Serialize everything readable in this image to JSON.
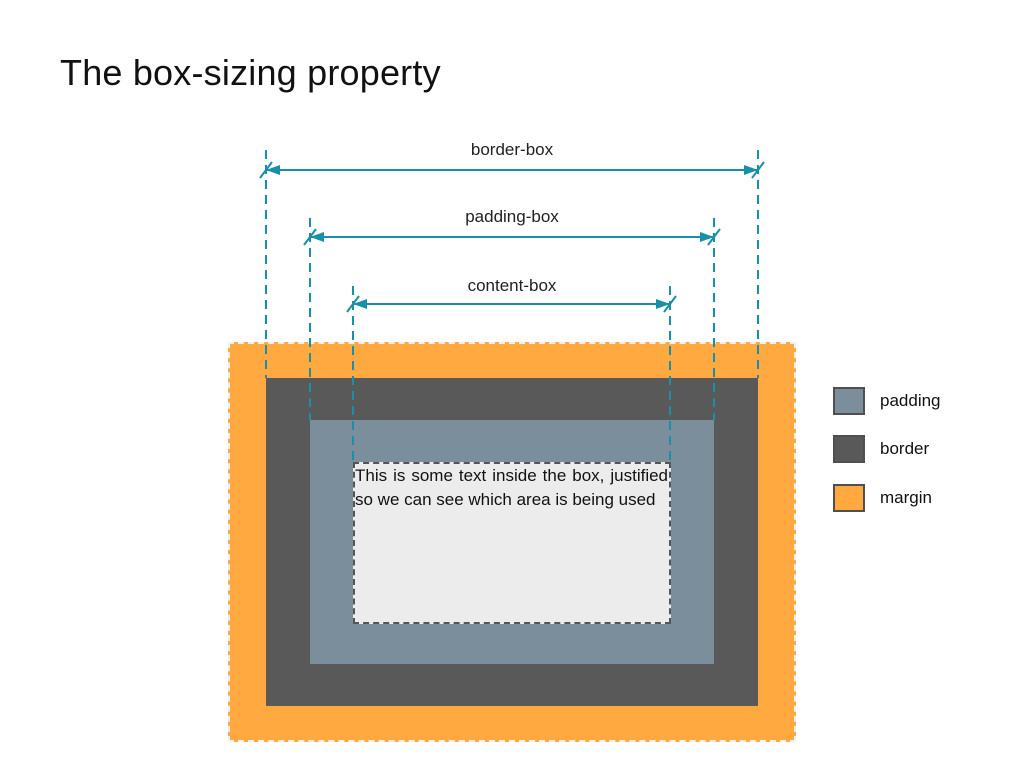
{
  "title": "The box-sizing property",
  "dimensions": {
    "border_box": "border-box",
    "padding_box": "padding-box",
    "content_box": "content-box"
  },
  "content_text": "This is some text inside the box, justified so we can see which area is being used",
  "legend": [
    {
      "label": "padding",
      "color": "#7a8f9b"
    },
    {
      "label": "border",
      "color": "#595959"
    },
    {
      "label": "margin",
      "color": "#ffa940"
    }
  ],
  "colors": {
    "margin": "#ffa940",
    "border": "#595959",
    "padding": "#7a8f9b",
    "content": "#ececec",
    "guide_line": "#1a8fa8"
  }
}
